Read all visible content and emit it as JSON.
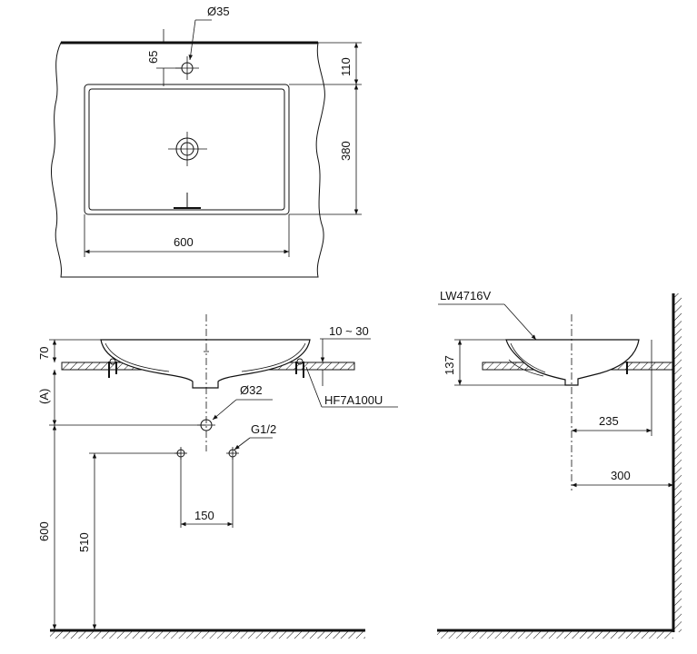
{
  "top_view": {
    "hole_diameter": "Ø35",
    "hole_offset": "65",
    "front_depth": "110",
    "bowl_depth": "380",
    "width": "600"
  },
  "front_view": {
    "rim_height": "70",
    "counter_thickness": "10 ~ 30",
    "variable_label": "(A)",
    "drain_diameter": "Ø32",
    "drain_part": "HF7A100U",
    "supply_thread": "G1/2",
    "supply_spacing": "150",
    "supply_height": "510",
    "drain_height": "600"
  },
  "side_view": {
    "model": "LW4716V",
    "height": "137",
    "drain_to_wall": "235",
    "center_to_wall": "300"
  }
}
